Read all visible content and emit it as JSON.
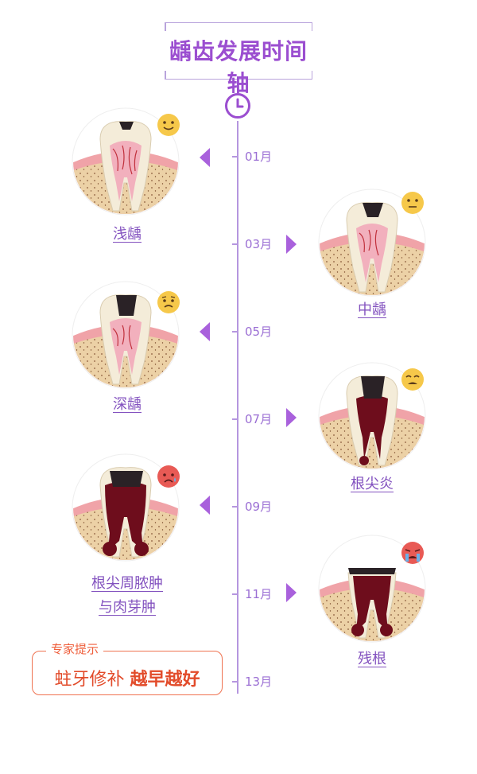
{
  "title": "龋齿发展时间轴",
  "months": [
    "01月",
    "03月",
    "05月",
    "07月",
    "09月",
    "11月",
    "13月"
  ],
  "stages": [
    {
      "label": "浅龋",
      "face": "smile"
    },
    {
      "label": "中龋",
      "face": "neutral"
    },
    {
      "label": "深龋",
      "face": "worried"
    },
    {
      "label": "根尖炎",
      "face": "weary"
    },
    {
      "label": "根尖周脓肿",
      "label2": "与肉芽肿",
      "face": "sad-red"
    },
    {
      "label": "残根",
      "face": "crying-red"
    }
  ],
  "tip": {
    "tag": "专家提示",
    "text1": "蛀牙修补",
    "text2": "越早越好"
  },
  "colors": {
    "accent": "#9b4ed0",
    "axis": "#b596df",
    "tip": "#ef5f3c"
  }
}
